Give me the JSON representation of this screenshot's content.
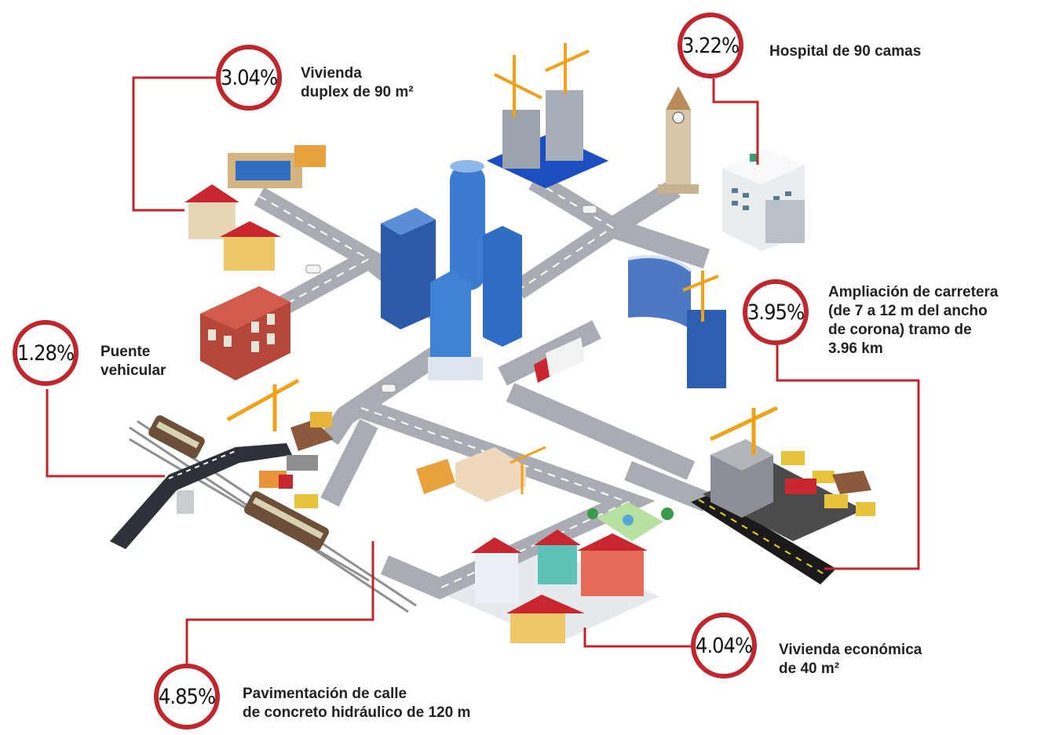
{
  "callouts": [
    {
      "id": "vivienda-duplex",
      "percent": "3.04%",
      "lines": [
        "Vivienda",
        "duplex de 90 m²"
      ]
    },
    {
      "id": "hospital",
      "percent": "3.22%",
      "lines": [
        "Hospital de 90 camas"
      ]
    },
    {
      "id": "puente",
      "percent": "1.28%",
      "lines": [
        "Puente",
        "vehicular"
      ]
    },
    {
      "id": "carretera",
      "percent": "3.95%",
      "lines": [
        "Ampliación de carretera",
        "(de 7 a 12 m del ancho",
        "de corona) tramo de",
        "3.96 km"
      ]
    },
    {
      "id": "vivienda-economica",
      "percent": "4.04%",
      "lines": [
        "Vivienda económica",
        "de 40 m²"
      ]
    },
    {
      "id": "pavimentacion",
      "percent": "4.85%",
      "lines": [
        "Pavimentación de calle",
        "de concreto hidráulico de 120 m"
      ]
    }
  ],
  "colors": {
    "accent": "#c0262e",
    "road": "#a9adb3",
    "text": "#222222"
  }
}
